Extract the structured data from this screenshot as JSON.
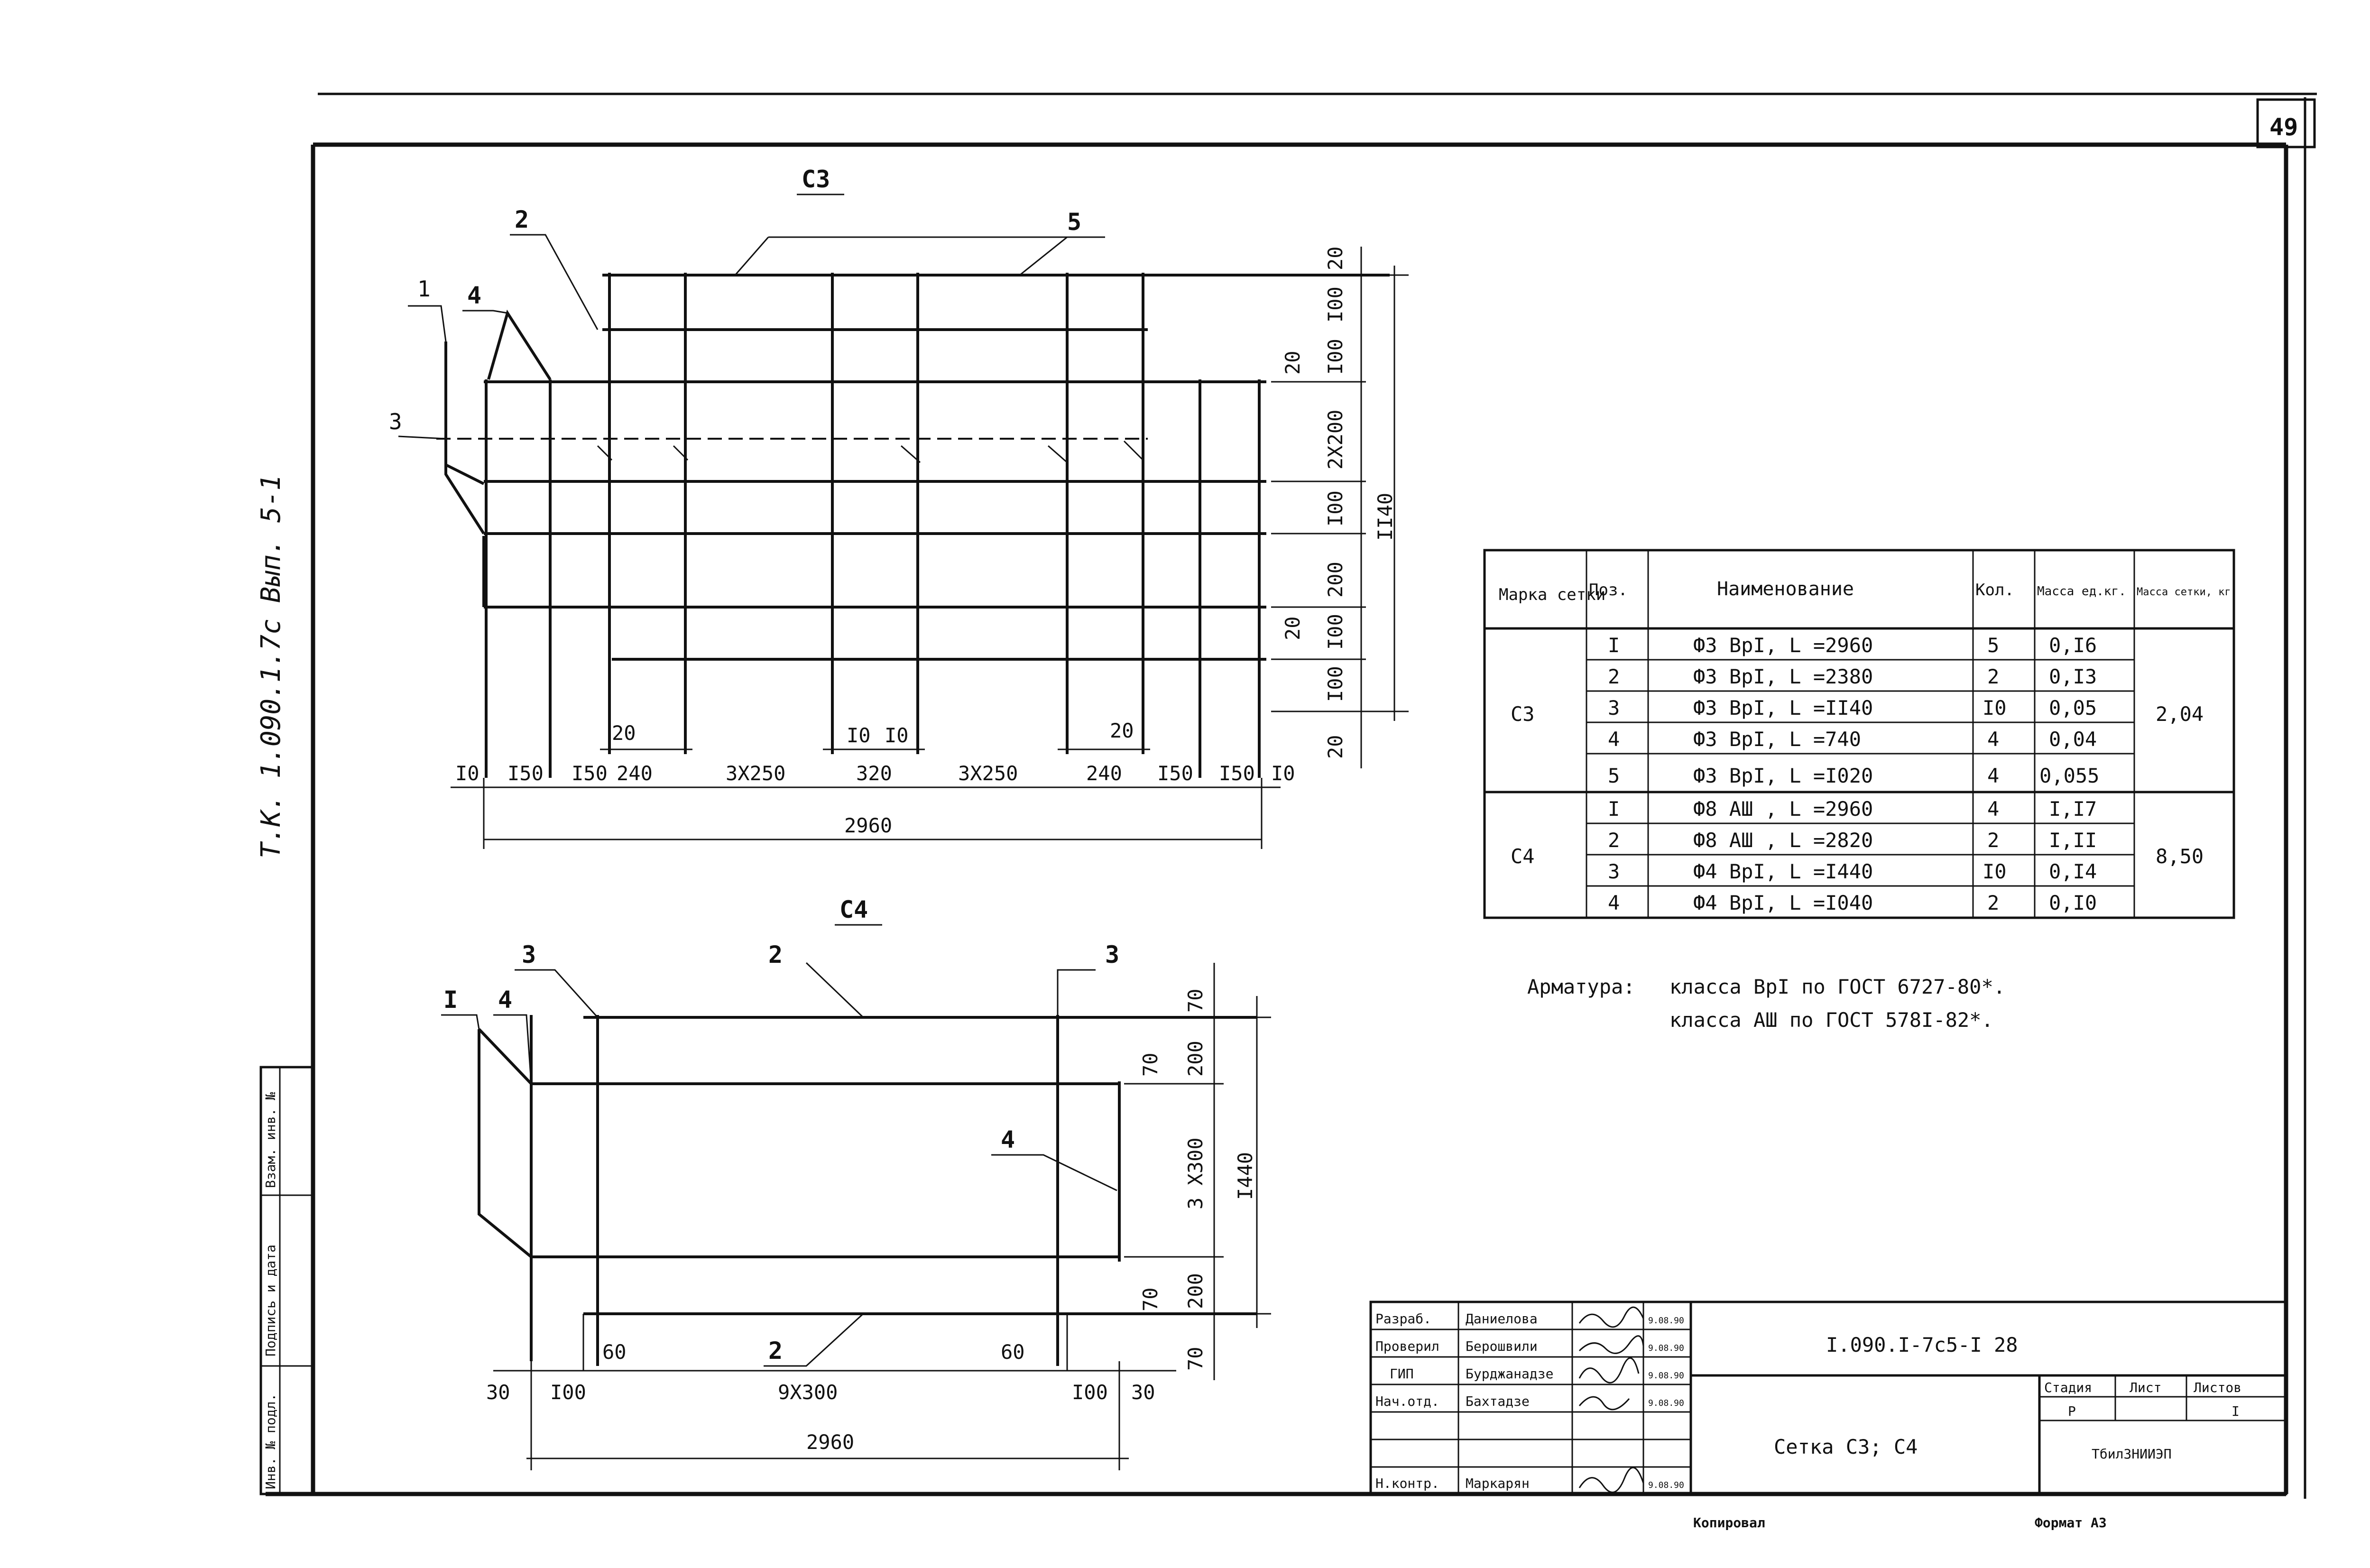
{
  "sheet": {
    "page_number": "49",
    "side_note": "Т.К. 1.090.1.7с Вып. 5-1",
    "copied_label": "Копировал",
    "format_label": "Формат А3"
  },
  "c3": {
    "title": "С3",
    "callouts": [
      "2",
      "5",
      "1",
      "4",
      "3"
    ],
    "dims_bottom": [
      "I0",
      "I50",
      "I50",
      "240",
      "3X250",
      "320",
      "3X250",
      "240",
      "I50",
      "I50",
      "I0"
    ],
    "dims_small": [
      "20",
      "I0",
      "I0",
      "20"
    ],
    "total_width": "2960",
    "dims_right": [
      "20",
      "I00",
      "I00",
      "2X200",
      "I00",
      "200",
      "I00",
      "I00",
      "20"
    ],
    "dims_right_small": [
      "20",
      "20"
    ],
    "total_height": "II40"
  },
  "c4": {
    "title": "С4",
    "callouts": [
      "3",
      "2",
      "3",
      "I",
      "4",
      "4",
      "2"
    ],
    "dims_bottom": [
      "30",
      "I00",
      "9X300",
      "I00",
      "30"
    ],
    "dims_small": [
      "60",
      "60"
    ],
    "total_width": "2960",
    "dims_right": [
      "70",
      "200",
      "3 X300",
      "200",
      "70"
    ],
    "dims_right_small": [
      "70",
      "70"
    ],
    "total_height": "I440"
  },
  "spec_table": {
    "headers": [
      "Марка сетки",
      "Поз.",
      "Наименование",
      "Кол.",
      "Масса ед.кг.",
      "Масса сетки, кг."
    ],
    "groups": [
      {
        "mark": "С3",
        "total_mass": "2,04",
        "rows": [
          {
            "pos": "I",
            "name": "Ф3 ВрI, L =2960",
            "qty": "5",
            "mass": "0,I6"
          },
          {
            "pos": "2",
            "name": "Ф3 ВрI, L =2380",
            "qty": "2",
            "mass": "0,I3"
          },
          {
            "pos": "3",
            "name": "Ф3 ВрI, L =II40",
            "qty": "I0",
            "mass": "0,05"
          },
          {
            "pos": "4",
            "name": "Ф3 ВрI, L =740",
            "qty": "4",
            "mass": "0,04"
          },
          {
            "pos": "5",
            "name": "Ф3 ВрI, L =I020",
            "qty": "4",
            "mass": "0,055"
          }
        ]
      },
      {
        "mark": "С4",
        "total_mass": "8,50",
        "rows": [
          {
            "pos": "I",
            "name": "Ф8 АШ , L =2960",
            "qty": "4",
            "mass": "I,I7"
          },
          {
            "pos": "2",
            "name": "Ф8 АШ , L =2820",
            "qty": "2",
            "mass": "I,II"
          },
          {
            "pos": "3",
            "name": "Ф4 ВрI, L =I440",
            "qty": "I0",
            "mass": "0,I4"
          },
          {
            "pos": "4",
            "name": "Ф4 ВрI, L =I040",
            "qty": "2",
            "mass": "0,I0"
          }
        ]
      }
    ]
  },
  "notes": {
    "label": "Арматура:",
    "line1": "класса ВрI по ГОСТ 6727-80*.",
    "line2": "класса АШ по ГОСТ 578I-82*."
  },
  "title_block": {
    "doc_code": "I.090.I-7с5-I 28",
    "drawing_title": "Сетка С3; С4",
    "stage_header": "Стадия",
    "sheet_header": "Лист",
    "sheets_header": "Листов",
    "stage": "Р",
    "sheets_total": "I",
    "organization": "ТбилЗНИИЭП",
    "roles": [
      {
        "role": "Разраб.",
        "name": "Даниелова",
        "date": "9.08.90"
      },
      {
        "role": "Проверил",
        "name": "Берошвили",
        "date": "9.08.90"
      },
      {
        "role": "ГИП",
        "name": "Бурджанадзе",
        "date": "9.08.90"
      },
      {
        "role": "Нач.отд.",
        "name": "Бахтадзе",
        "date": "9.08.90"
      },
      {
        "role": "",
        "name": "",
        "date": ""
      },
      {
        "role": "",
        "name": "",
        "date": ""
      },
      {
        "role": "Н.контр.",
        "name": "Маркарян",
        "date": "9.08.90"
      }
    ]
  },
  "side_stamp": {
    "cells": [
      "Инв. № подл.",
      "Подпись и дата",
      "Взам. инв. №"
    ]
  }
}
